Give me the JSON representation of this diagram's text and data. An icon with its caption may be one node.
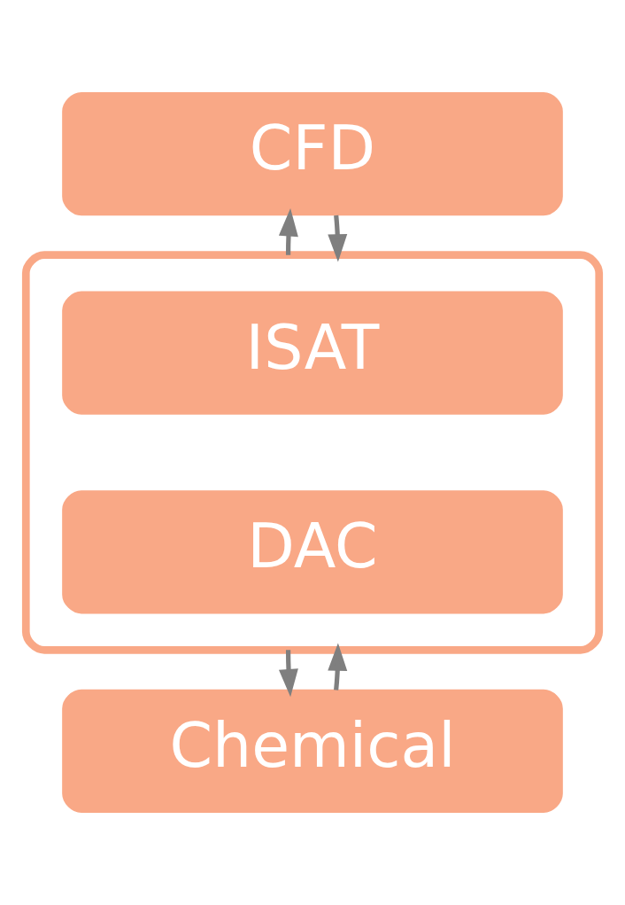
{
  "diagram": {
    "nodes": [
      {
        "text": [
          "CFD"
        ]
      },
      {
        "text": [],
        "shape": "box"
      },
      {
        "text": [
          "ISAT"
        ],
        "in": 1
      },
      {
        "text": [
          "DAC"
        ],
        "in": 1
      },
      {
        "text": [
          "Chemical"
        ]
      }
    ],
    "edges": [
      {
        "from": 0,
        "to": 1,
        "arrow": "to"
      },
      {
        "from": 1,
        "to": 0,
        "arrow": "to"
      },
      {
        "from": 1,
        "to": 4,
        "arrow": "to"
      },
      {
        "from": 4,
        "to": 1,
        "arrow": "to"
      }
    ]
  }
}
